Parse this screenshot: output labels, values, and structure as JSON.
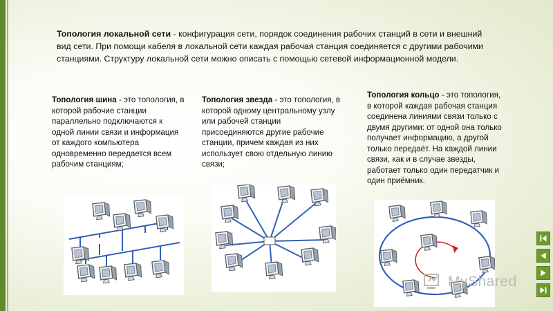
{
  "intro": {
    "bold": "Топология локальной сети",
    "text": " - конфигурация сети, порядок соединения рабочих станций в сети и внешний вид сети. При помощи кабеля в локальной сети каждая рабочая станция соединяется с другими рабочими станциями. Структуру локальной сети можно описать с помощью сетевой информационной модели."
  },
  "bus": {
    "bold": "Топология шина",
    "text": " - это топология, в которой рабочие станции параллельно подключаются к одной линии связи и информация от каждого компьютера одновременно передается всем рабочим станциям;"
  },
  "star": {
    "bold": "Топология звезда",
    "text": " - это топология, в которой одному центральному узлу или рабочей станции присоединяются другие рабочие станции, причем каждая из них использует свою отдельную линию связи;"
  },
  "ring": {
    "bold": "Топология кольцо",
    "text": " - это топология, в которой каждая рабочая станция соединена линиями связи только с двумя другими: от одной она только получает информацию, а другой только передаёт. На каждой линии связи, как и в случае звезды, работает только один передатчик и один приёмник."
  },
  "watermark": {
    "text": "MyShared"
  },
  "colors": {
    "accent": "#5f8a2c",
    "cable": "#2f62b8",
    "ring_arrow": "#d42020"
  },
  "icons": {
    "nav_first": "first-slide-icon",
    "nav_prev": "prev-slide-icon",
    "nav_next": "next-slide-icon",
    "nav_last": "last-slide-icon",
    "computer": "computer-icon"
  }
}
